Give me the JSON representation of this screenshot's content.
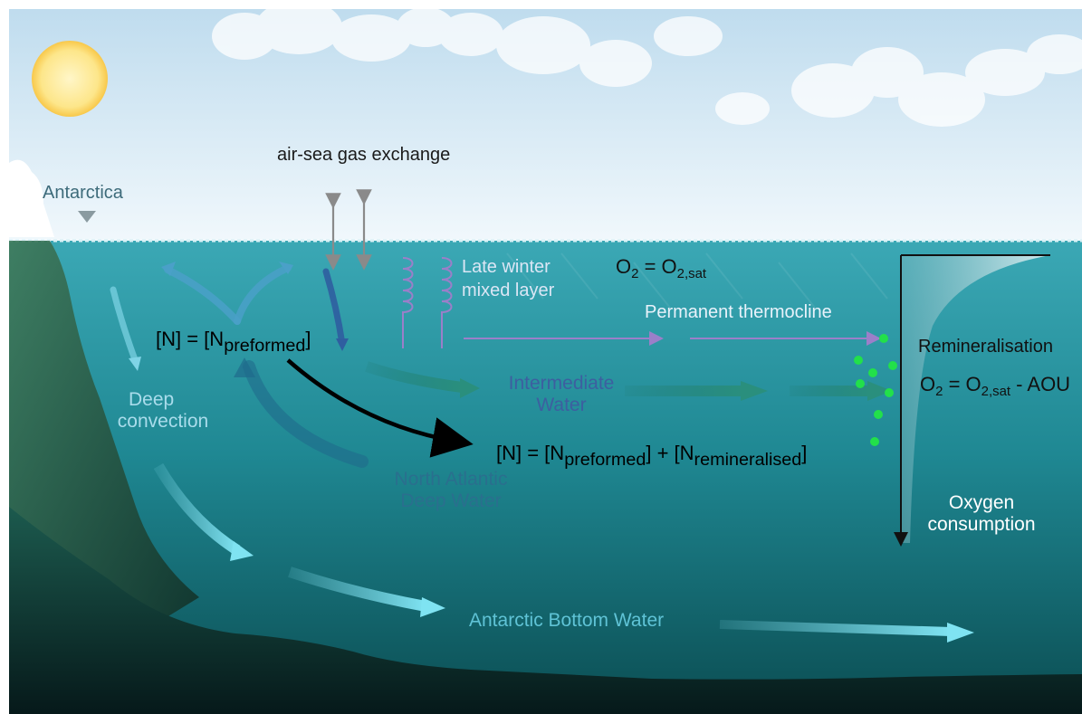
{
  "labels": {
    "antarctica": "Antarctica",
    "air_sea": "air-sea gas exchange",
    "late_winter": "Late winter",
    "mixed_layer": "mixed layer",
    "permanent_thermocline": "Permanent thermocline",
    "deep_1": "Deep",
    "deep_2": "convection",
    "intermediate_1": "Intermediate",
    "intermediate_2": "Water",
    "nadw_1": "North Atlantic",
    "nadw_2": "Deep Water",
    "aabw": "Antarctic Bottom Water",
    "remineralisation": "Remineralisation",
    "oxygen_1": "Oxygen",
    "oxygen_2": "consumption"
  },
  "equations": {
    "o2_sat": {
      "lhs": "O",
      "lhs_sub": "2",
      "eq": " = O",
      "rhs_sub": "2,sat"
    },
    "o2_aou": {
      "lhs": "O",
      "lhs_sub": "2",
      "eq": " = O",
      "rhs_sub": "2,sat",
      "tail": " - AOU"
    },
    "n_pre": {
      "open": "[N] = [N",
      "sub": "preformed",
      "close": "]"
    },
    "n_total": {
      "open": "[N] = [N",
      "sub1": "preformed",
      "mid": "] + [N",
      "sub2": "remineralised",
      "close": "]"
    }
  },
  "colors": {
    "sky_top": "#c8e2f2",
    "sky_bottom": "#eef6fb",
    "ocean_top": "#3aa6b4",
    "ocean_bottom": "#0d5a60",
    "seafloor": "#0e2a28",
    "sun": "#fde68a",
    "dots": "#22e04a"
  }
}
